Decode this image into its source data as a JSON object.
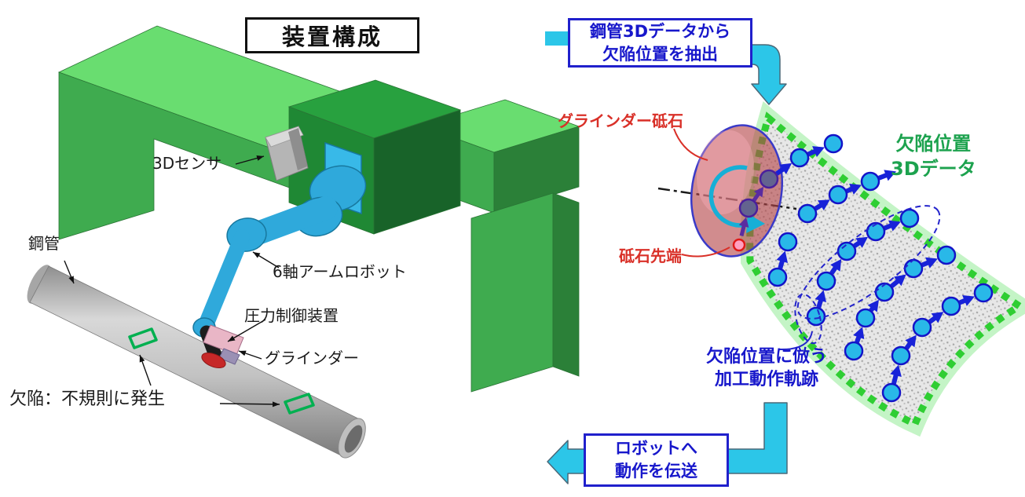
{
  "title": "装置構成",
  "left": {
    "labels": {
      "pipe": "鋼管",
      "sensor": "3Dセンサ",
      "robot": "6軸アームロボット",
      "pressure": "圧力制御装置",
      "grinder": "グラインダー",
      "defect": "欠陥：不規則に発生"
    },
    "colors": {
      "frame_top": "#69DD70",
      "frame_front": "#3FAB4F",
      "frame_side": "#2B8038",
      "center_box_front": "#1F8834",
      "robot_cyan": "#2FA9DB",
      "pipe_gray": "#C6C6C6",
      "defect_green": "#00B050"
    }
  },
  "flow": {
    "top_box": {
      "line1": "鋼管3Dデータから",
      "line2": "欠陥位置を抽出"
    },
    "bottom_box": {
      "line1": "ロボットへ",
      "line2": "動作を伝送"
    }
  },
  "right": {
    "labels": {
      "wheel": "グラインダー砥石",
      "tip": "砥石先端",
      "data3d_line1": "欠陥位置",
      "data3d_line2": "3Dデータ",
      "traj_line1": "欠陥位置に倣う",
      "traj_line2": "加工動作軌跡"
    },
    "trajectories": {
      "dot_radius": 11,
      "chains": [
        {
          "name": "wheel-path-purple",
          "color": "purple",
          "dot": "dark",
          "skip_first_dot": true,
          "points": [
            [
              941,
              312
            ],
            [
              953,
              265
            ],
            [
              979,
              228
            ]
          ]
        },
        {
          "name": "wheel-exit-blue",
          "color": "blue",
          "dot": "cyan",
          "skip_first_dot": true,
          "points": [
            [
              979,
              228
            ],
            [
              1018,
              201
            ],
            [
              1061,
              183
            ]
          ]
        },
        {
          "name": "chain-lower-left",
          "color": "blue",
          "dot": "cyan",
          "points": [
            [
              990,
              353
            ],
            [
              1003,
              308
            ]
          ]
        },
        {
          "name": "chain-upper",
          "color": "blue",
          "dot": "cyan",
          "points": [
            [
              1028,
              272
            ],
            [
              1067,
              248
            ],
            [
              1108,
              231
            ]
          ],
          "ext": [
            1142,
            218
          ]
        },
        {
          "name": "chain-circled",
          "color": "blue",
          "dot": "cyan",
          "points": [
            [
              1039,
              403
            ],
            [
              1052,
              358
            ],
            [
              1078,
              320
            ],
            [
              1115,
              295
            ],
            [
              1158,
              278
            ]
          ]
        },
        {
          "name": "chain-middle",
          "color": "blue",
          "dot": "cyan",
          "points": [
            [
              1087,
              447
            ],
            [
              1102,
              405
            ],
            [
              1126,
              372
            ],
            [
              1163,
              342
            ],
            [
              1205,
              325
            ]
          ]
        },
        {
          "name": "chain-bottom",
          "color": "blue",
          "dot": "cyan",
          "points": [
            [
              1135,
              500
            ],
            [
              1147,
              453
            ],
            [
              1174,
              417
            ],
            [
              1211,
              390
            ],
            [
              1252,
              373
            ]
          ]
        }
      ]
    },
    "colors": {
      "dot_fill": "#29B8E8",
      "dot_stroke": "#1313C8",
      "dark_dot_fill": "#63638F",
      "dark_dot_stroke": "#4A1F9C",
      "arrow_blue": "#1822D8",
      "arrow_purple": "#5A2CA0",
      "sheet_border": "#2FCE33",
      "wheel_fill": "rgba(180,70,72,0.62)",
      "flow_cyan": "#2CC6E8",
      "label_red": "#D93028",
      "label_green": "#1CA24E",
      "label_blue": "#1717CB"
    }
  }
}
